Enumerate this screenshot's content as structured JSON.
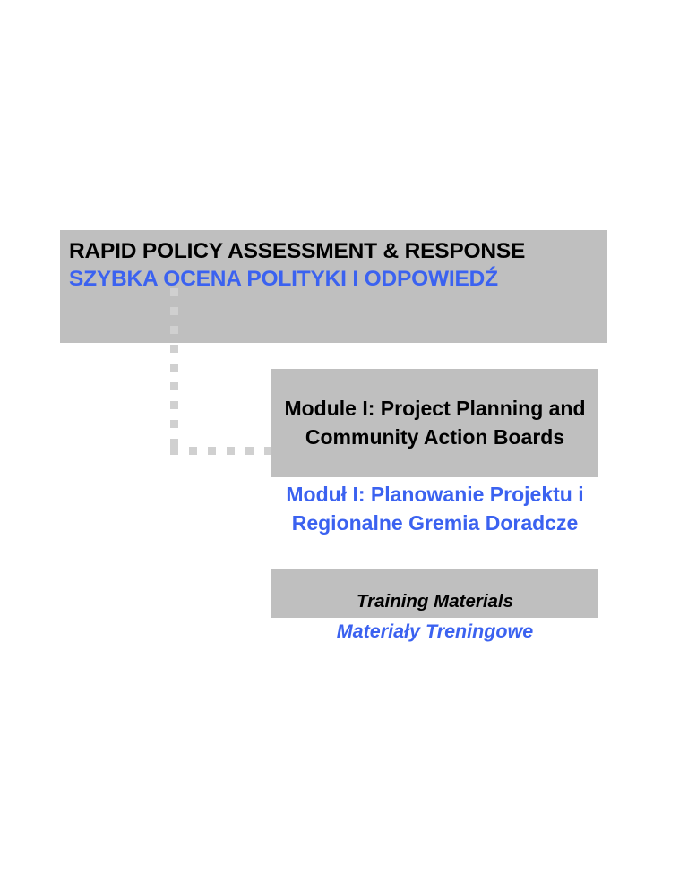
{
  "slide": {
    "background_color": "#ffffff",
    "band_color": "#bfbfbf",
    "accent_blue": "#3b62f0",
    "connector_color": "#d0d0d0"
  },
  "header": {
    "title_en": "RAPID POLICY ASSESSMENT & RESPONSE",
    "title_pl": "SZYBKA OCENA POLITYKI I ODPOWIEDŹ"
  },
  "module": {
    "title_en": "Module I: Project Planning and Community Action Boards",
    "title_pl": "Moduł I: Planowanie Projektu i Regionalne Gremia Doradcze"
  },
  "training": {
    "label_en": "Training Materials",
    "label_pl": "Materiały Treningowe"
  },
  "connector": {
    "style": "dotted-elbow"
  }
}
